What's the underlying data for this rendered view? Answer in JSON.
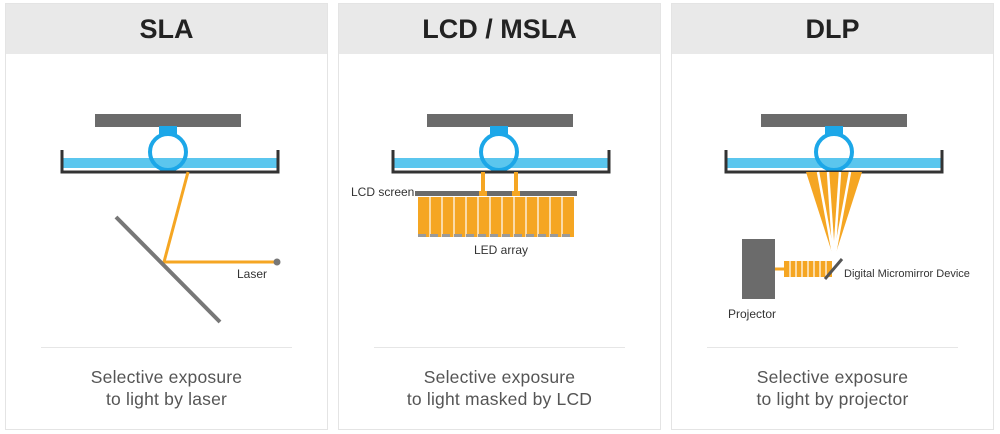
{
  "panels": [
    {
      "title": "SLA",
      "caption_line1": "Selective exposure",
      "caption_line2": "to light by laser",
      "labels": {
        "laser": "Laser"
      }
    },
    {
      "title": "LCD / MSLA",
      "caption_line1": "Selective exposure",
      "caption_line2": "to light masked by LCD",
      "labels": {
        "lcd_screen": "LCD screen",
        "led_array": "LED array"
      }
    },
    {
      "title": "DLP",
      "caption_line1": "Selective exposure",
      "caption_line2": "to light by projector",
      "labels": {
        "dmd": "Digital Micromirror Device",
        "projector": "Projector"
      }
    }
  ],
  "colors": {
    "header_bg": "#e9e9e9",
    "build_plate": "#6b6b6b",
    "resin": "#5bc6ee",
    "part_outline": "#1ca7e8",
    "vat": "#333333",
    "light": "#f5a623",
    "mirror": "#777777"
  }
}
